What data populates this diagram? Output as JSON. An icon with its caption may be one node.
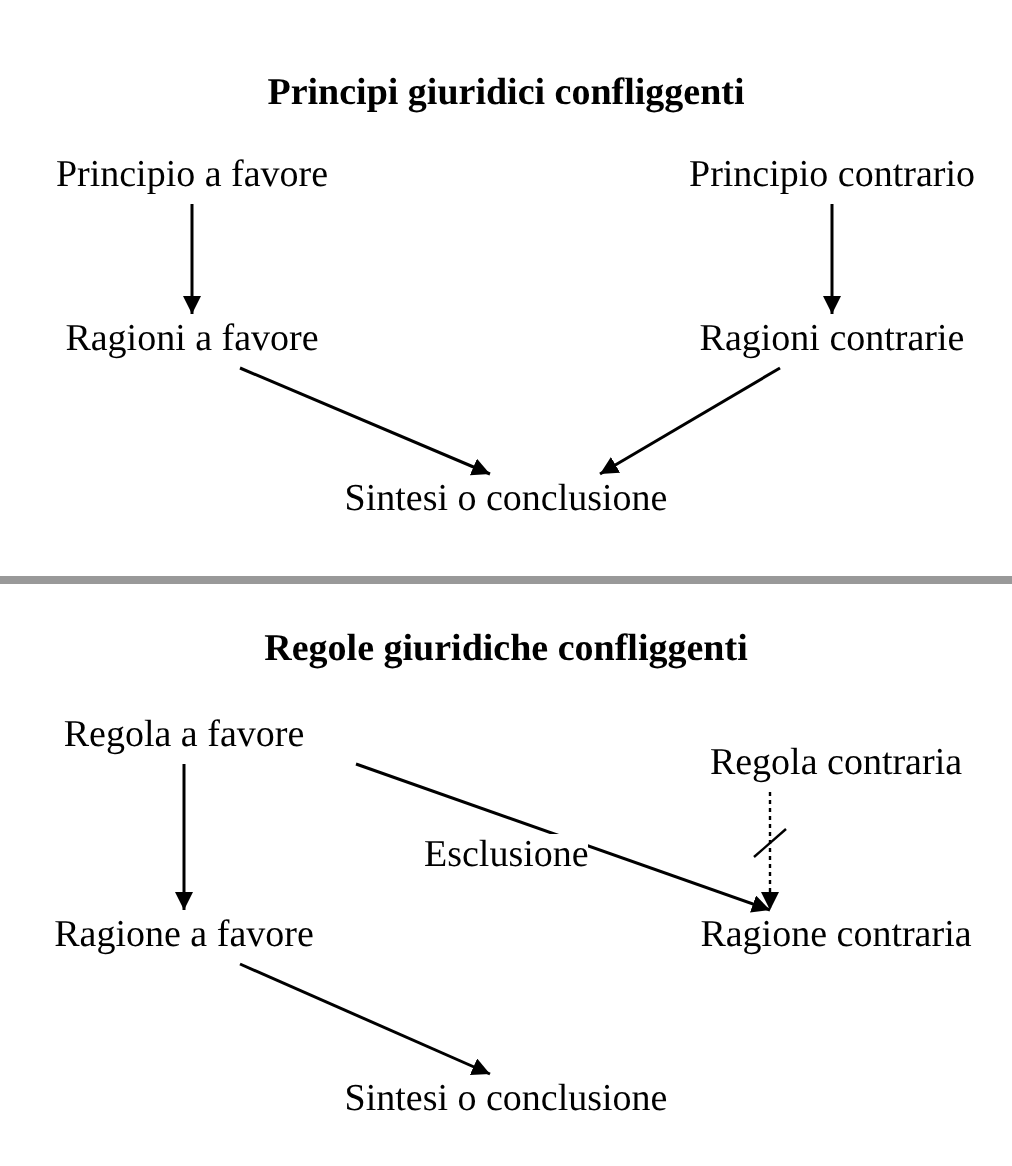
{
  "diagram": {
    "nodes": [
      {
        "text": [
          "Principio a favore"
        ]
      },
      {
        "text": [
          "Principio contrario"
        ]
      },
      {
        "text": [
          "Ragioni a favore"
        ]
      },
      {
        "text": [
          "Ragioni contrarie"
        ]
      },
      {
        "text": [
          "Sintesi o conclusione"
        ]
      },
      {
        "text": [
          "Regola a favore"
        ]
      },
      {
        "text": [
          "Regola contraria"
        ]
      },
      {
        "text": [
          "Ragione a favore"
        ]
      },
      {
        "text": [
          "Ragione contraria"
        ]
      },
      {
        "text": [
          "Sintesi o conclusione"
        ]
      }
    ],
    "edges": [
      {
        "from": 0,
        "to": 2,
        "arrow": "to"
      },
      {
        "from": 1,
        "to": 3,
        "arrow": "to"
      },
      {
        "from": 2,
        "to": 4,
        "arrow": "to"
      },
      {
        "from": 3,
        "to": 4,
        "arrow": "to"
      },
      {
        "from": 5,
        "to": 7,
        "arrow": "to"
      },
      {
        "from": 6,
        "to": 8,
        "arrow": "to",
        "style": "dashed"
      },
      {
        "from": 5,
        "to": 8,
        "arrow": "to",
        "label": "Esclusione"
      },
      {
        "from": 7,
        "to": 9,
        "arrow": "to"
      }
    ],
    "labels": [
      "Principi giuridici confliggenti",
      "Regole giuridiche confliggenti"
    ]
  }
}
